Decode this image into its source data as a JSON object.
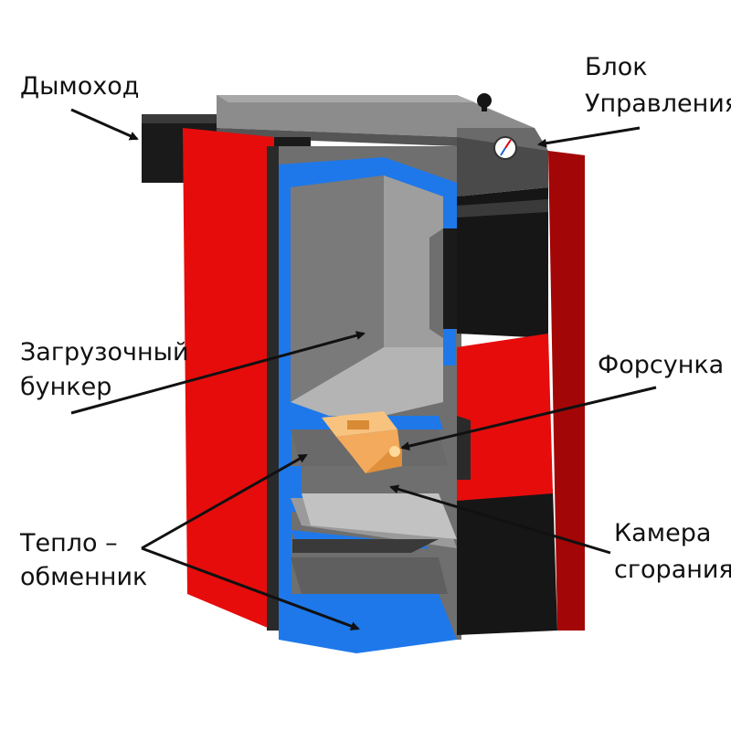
{
  "labels": {
    "chimney": "Дымоход",
    "control_unit": [
      "Блок",
      "Управления"
    ],
    "hopper": [
      "Загрузочный",
      "бункер"
    ],
    "nozzle": "Форсунка",
    "heat_exchanger": [
      "Тепло –",
      "обменник"
    ],
    "combustion_chamber": [
      "Камера",
      "сгорания"
    ]
  },
  "colors": {
    "casing_red": "#e60c0c",
    "casing_red_dark": "#a30606",
    "water_jacket_blue": "#1e78ea",
    "steel_gray": "#7f7f7f",
    "steel_gray_light": "#a9a9a9",
    "black_panel": "#161616",
    "nozzle_orange": "#f3aa5c"
  }
}
